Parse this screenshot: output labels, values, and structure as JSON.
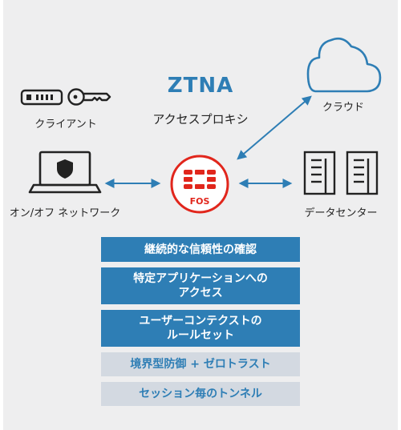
{
  "title": "ZTNA",
  "subtitle": "アクセスプロキシ",
  "nodes": {
    "client": "クライアント",
    "cloud": "クラウド",
    "laptop": "オン/オフ ネットワーク",
    "fos": "FOS",
    "datacenter": "データセンター"
  },
  "features": [
    {
      "line1": "継続的な信頼性の確認",
      "line2": ""
    },
    {
      "line1": "特定アプリケーションへの",
      "line2": "アクセス"
    },
    {
      "line1": "ユーザーコンテクストの",
      "line2": "ルールセット"
    },
    {
      "line1": "境界型防御 + ゼロトラスト",
      "line2": ""
    },
    {
      "line1": "セッション毎のトンネル",
      "line2": ""
    }
  ],
  "colors": {
    "accent": "#2e7eb5",
    "fortinet_red": "#e1261c",
    "muted_bar": "#d3d9e1",
    "background": "#eeeeef"
  }
}
